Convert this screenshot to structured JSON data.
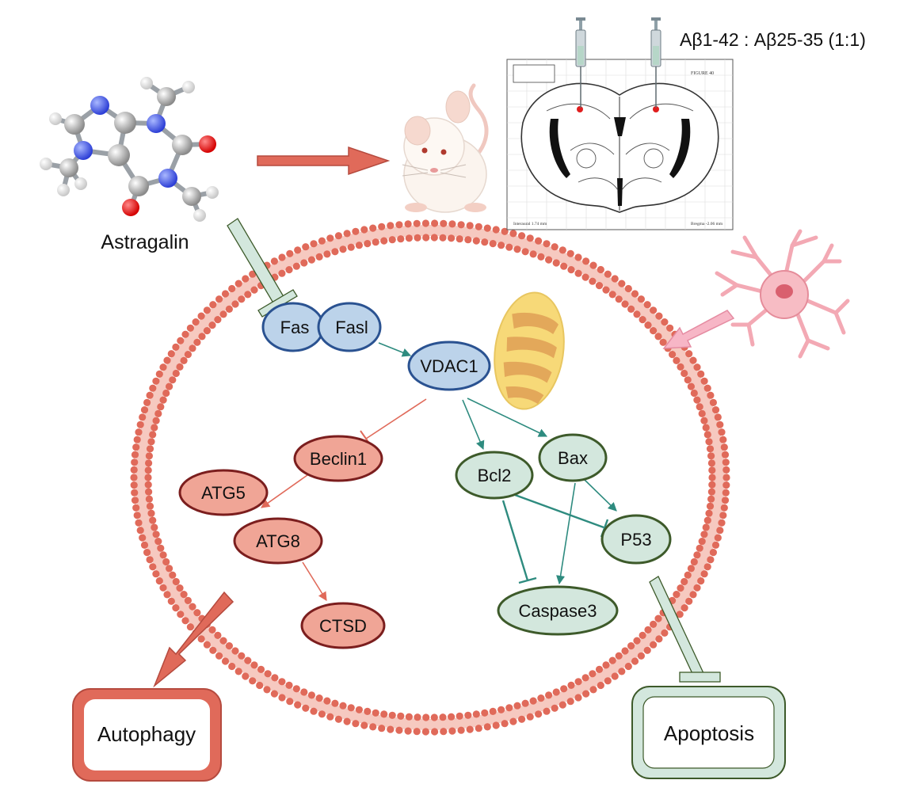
{
  "compound": {
    "name": "Astragalin"
  },
  "injection": {
    "label": "Aβ1-42 : Aβ25-35 (1:1)"
  },
  "atlas": {
    "header": "FIGURE 40",
    "footer_left": "Interaural 1.74 mm",
    "footer_right": "Bregma -2.06 mm"
  },
  "nodes": {
    "fas": "Fas",
    "fasl": "Fasl",
    "vdac1": "VDAC1",
    "beclin1": "Beclin1",
    "atg5": "ATG5",
    "atg8": "ATG8",
    "ctsd": "CTSD",
    "bcl2": "Bcl2",
    "bax": "Bax",
    "p53": "P53",
    "caspase3": "Caspase3"
  },
  "outcomes": {
    "autophagy": "Autophagy",
    "apoptosis": "Apoptosis"
  },
  "colors": {
    "membrane": "#e06a5a",
    "autophagy_fill": "#f0a596",
    "autophagy_stroke": "#7b1e1e",
    "apoptosis_fill": "#d3e7dd",
    "apoptosis_stroke": "#3d5a2a",
    "receptor_fill": "#bcd3ea",
    "receptor_stroke": "#2a5291",
    "activation_teal": "#2e8b7f",
    "inhibition_red": "#e06a5a",
    "mito_outer": "#f7d978",
    "mito_inner": "#e3a85a",
    "neuron": "#f3a9b4"
  }
}
